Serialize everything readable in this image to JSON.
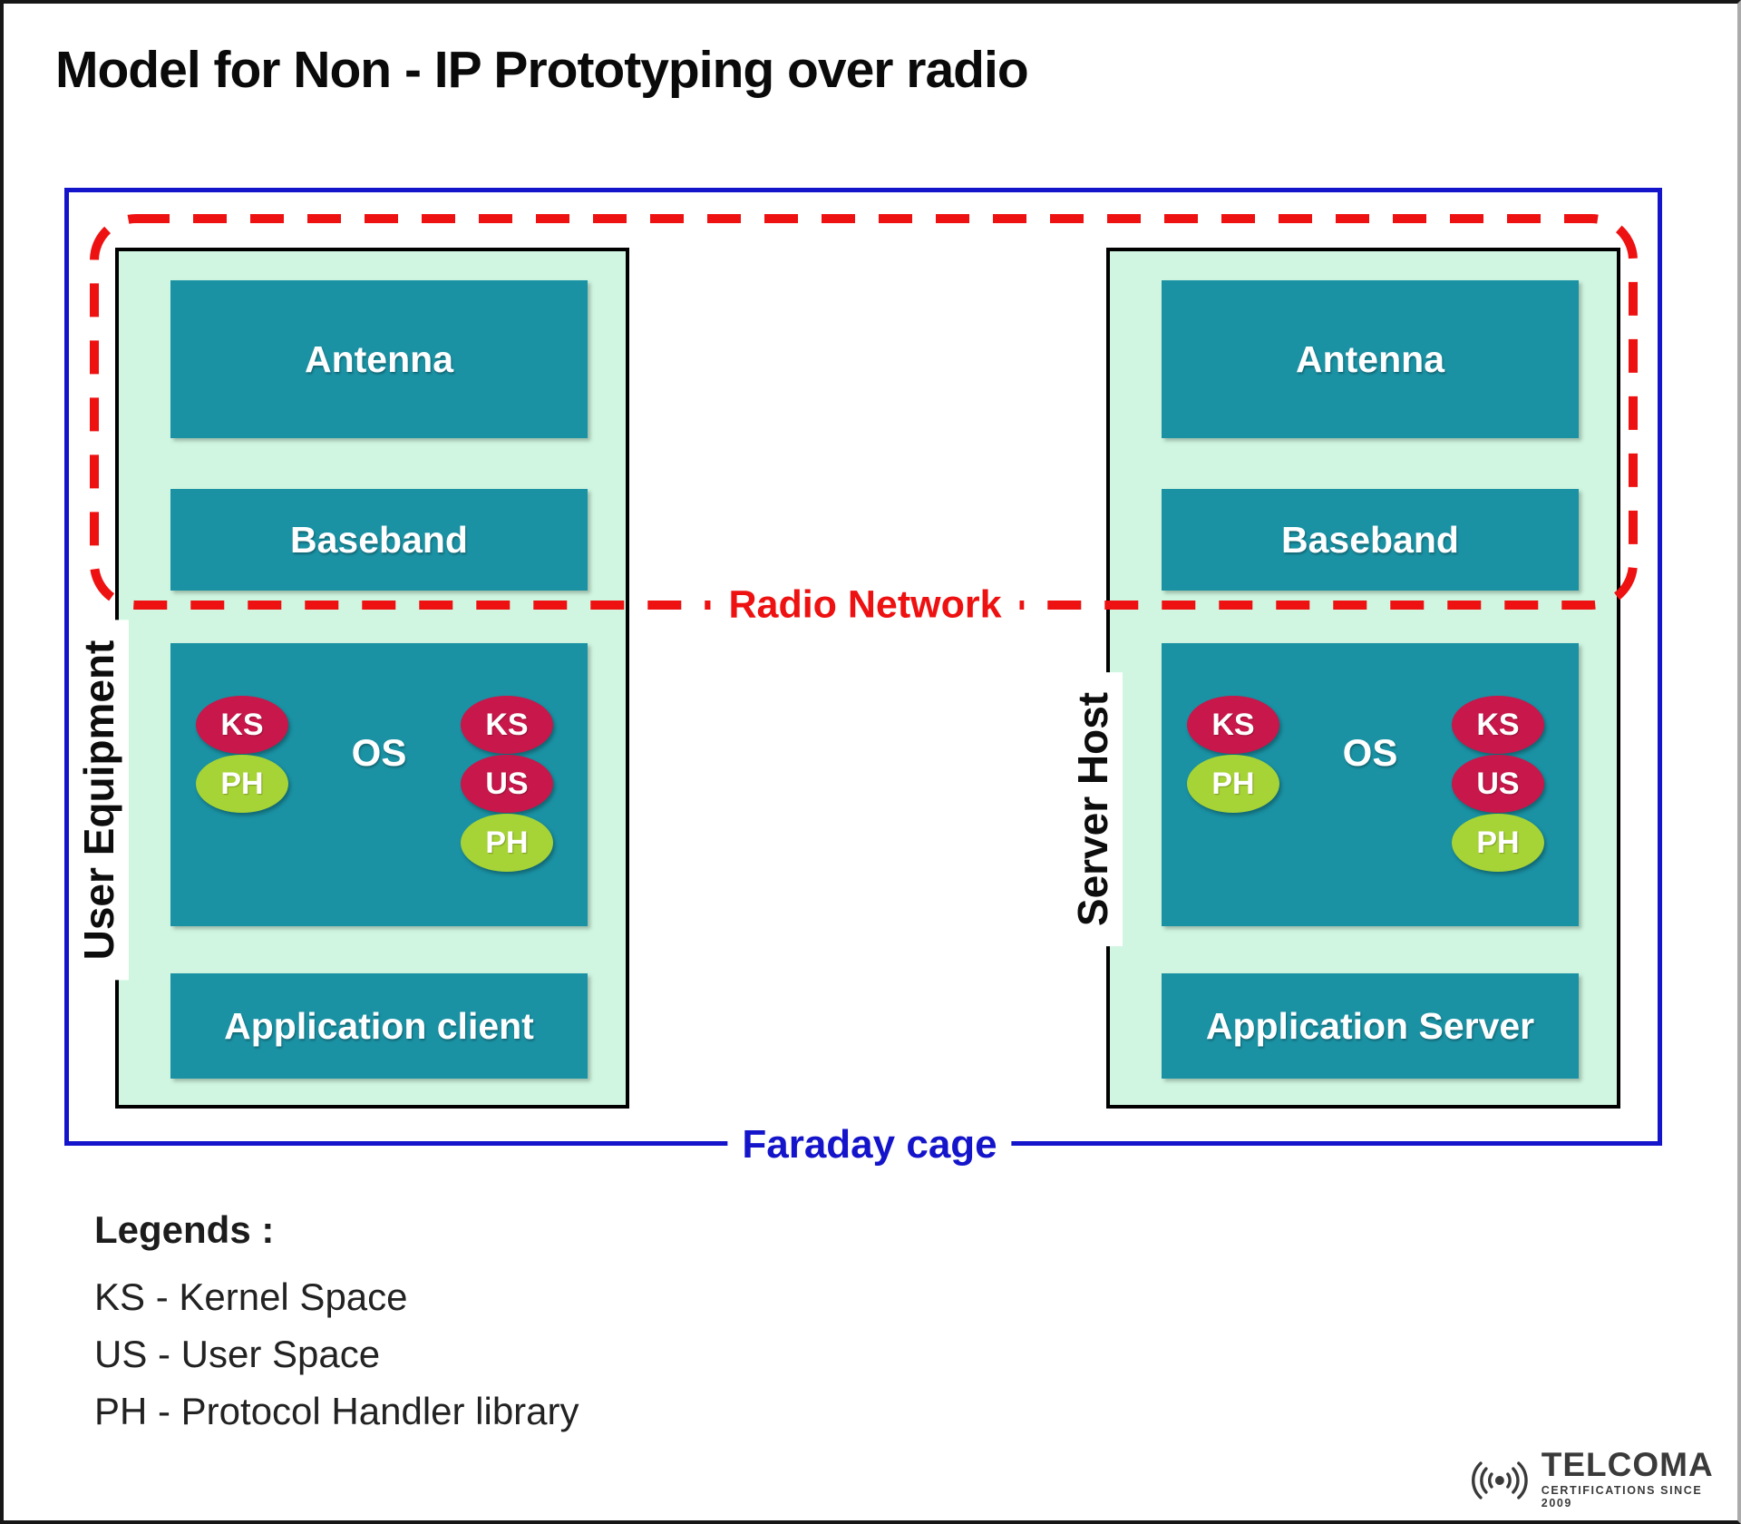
{
  "title": "Model for Non - IP Prototyping over radio",
  "radio_network": {
    "label": "Radio Network",
    "color": "#ee1111"
  },
  "faraday_cage": {
    "label": "Faraday cage",
    "color": "#1414cb"
  },
  "blocks": [
    {
      "side_label": "User Equipment",
      "antenna": "Antenna",
      "baseband": "Baseband",
      "os": "OS",
      "application": "Application client",
      "left_ovals": [
        {
          "label": "KS"
        },
        {
          "label": "PH"
        }
      ],
      "right_ovals": [
        {
          "label": "KS"
        },
        {
          "label": "US"
        },
        {
          "label": "PH"
        }
      ]
    },
    {
      "side_label": "Server Host",
      "antenna": "Antenna",
      "baseband": "Baseband",
      "os": "OS",
      "application": "Application Server",
      "left_ovals": [
        {
          "label": "KS"
        },
        {
          "label": "PH"
        }
      ],
      "right_ovals": [
        {
          "label": "KS"
        },
        {
          "label": "US"
        },
        {
          "label": "PH"
        }
      ]
    }
  ],
  "legend": {
    "heading": "Legends :",
    "items": [
      "KS - Kernel Space",
      "US - User Space",
      "PH - Protocol Handler library"
    ]
  },
  "logo": {
    "brand": "TELCOMA",
    "tagline": "CERTIFICATIONS SINCE 2009"
  },
  "colors": {
    "teal": "#1a92a4",
    "mint": "#d0f6e1",
    "crimson": "#c8174a",
    "green": "#a6d335",
    "dash_red": "#ee1111",
    "cage_blue": "#1414cb",
    "logo_gray": "#3a3a3a"
  }
}
